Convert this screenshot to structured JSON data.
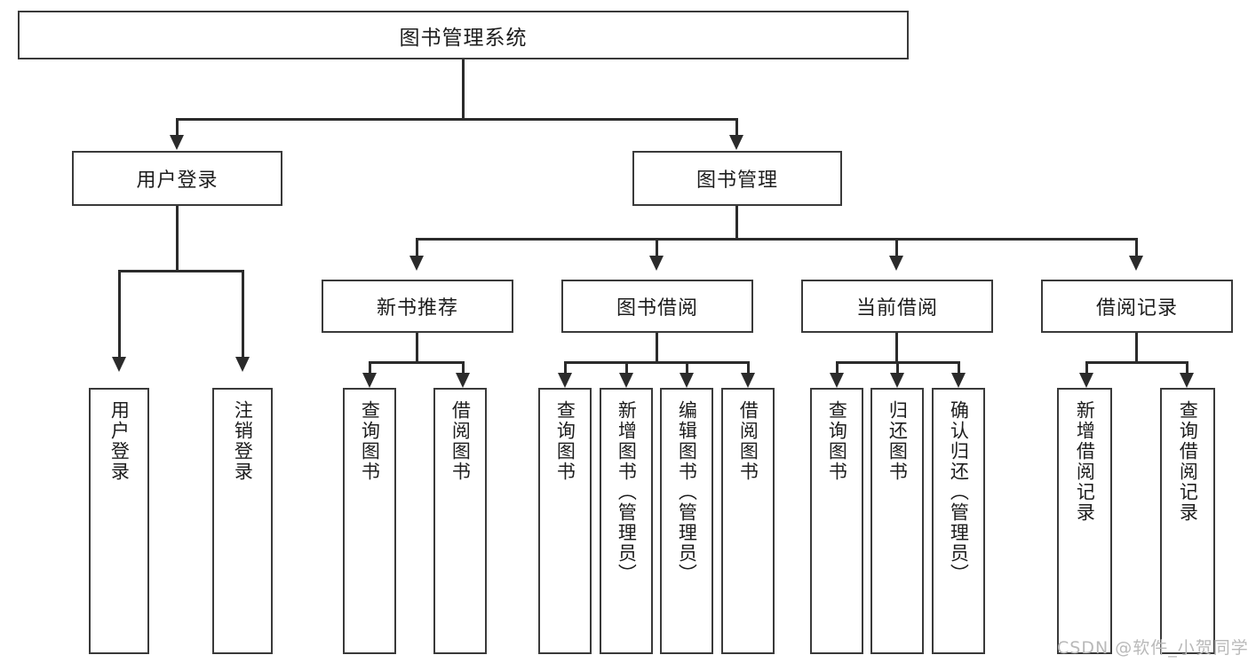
{
  "diagram": {
    "type": "tree",
    "title": "图书管理系统",
    "watermark": "CSDN @软件_小贺同学",
    "colors": {
      "background": "#ffffff",
      "box_border": "#3a3a3a",
      "connector": "#2b2b2b",
      "text": "#1d1d1d",
      "watermark": "#b9b9b9"
    },
    "levels": {
      "root": {
        "label": "图书管理系统"
      },
      "level2": [
        {
          "label": "用户登录"
        },
        {
          "label": "图书管理"
        }
      ],
      "level3": [
        {
          "label": "新书推荐"
        },
        {
          "label": "图书借阅"
        },
        {
          "label": "当前借阅"
        },
        {
          "label": "借阅记录"
        }
      ]
    },
    "leaves": {
      "user_login": [
        {
          "label": "用户登录"
        },
        {
          "label": "注销登录"
        }
      ],
      "new_book": [
        {
          "label": "查询图书"
        },
        {
          "label": "借阅图书"
        }
      ],
      "book_borrow": [
        {
          "label": "查询图书"
        },
        {
          "label": "新增图书（管理员）"
        },
        {
          "label": "编辑图书（管理员）"
        },
        {
          "label": "借阅图书"
        }
      ],
      "current_borrow": [
        {
          "label": "查询图书"
        },
        {
          "label": "归还图书"
        },
        {
          "label": "确认归还（管理员）"
        }
      ],
      "borrow_record": [
        {
          "label": "新增借阅记录"
        },
        {
          "label": "查询借阅记录"
        }
      ]
    }
  }
}
